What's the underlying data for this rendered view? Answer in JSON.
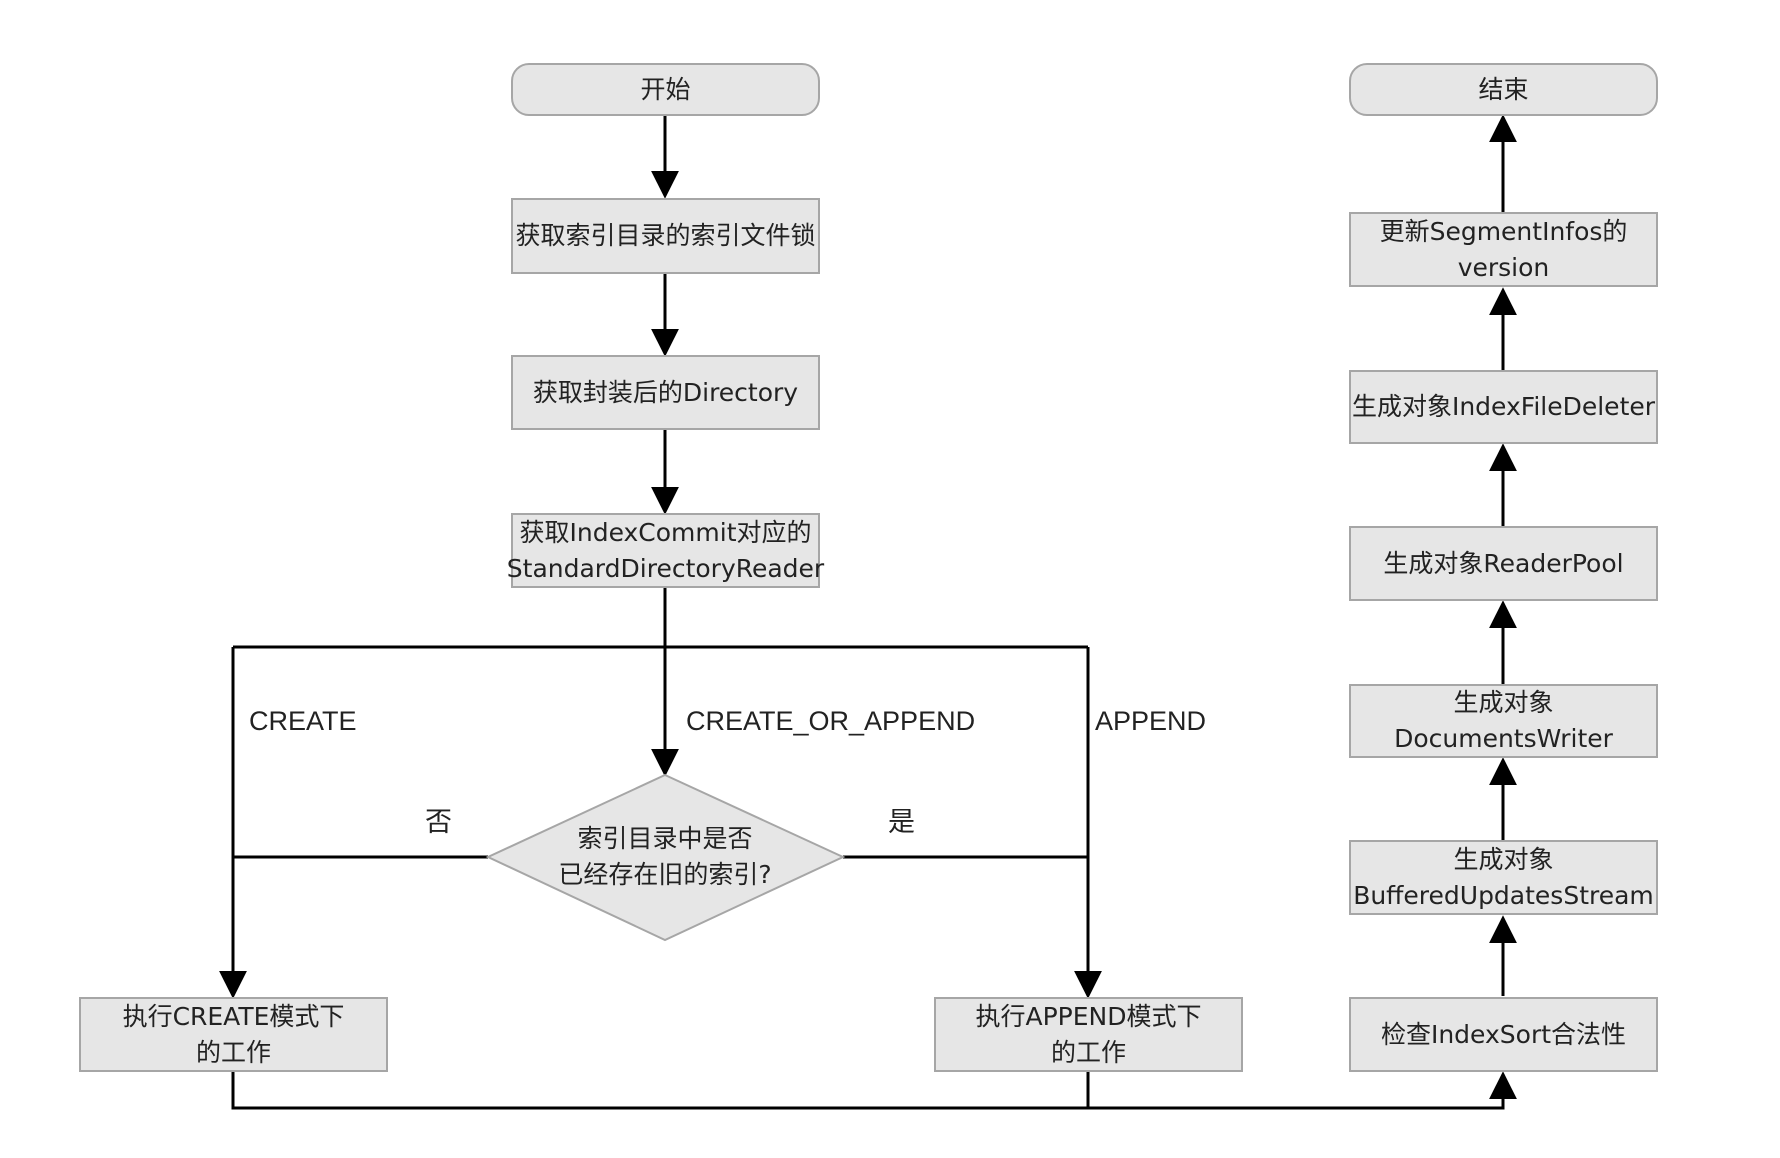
{
  "nodes": {
    "start": "开始",
    "lock": "获取索引目录的索引文件锁",
    "directory": "获取封装后的Directory",
    "reader": "获取IndexCommit对应的\nStandardDirectoryReader",
    "decision": "索引目录中是否\n已经存在旧的索引?",
    "create_work": "执行CREATE模式下\n的工作",
    "append_work": "执行APPEND模式下\n的工作",
    "check_sort": "检查IndexSort合法性",
    "buffered": "生成对象\nBufferedUpdatesStream",
    "docs_writer": "生成对象\nDocumentsWriter",
    "reader_pool": "生成对象ReaderPool",
    "deleter": "生成对象IndexFileDeleter",
    "update_version": "更新SegmentInfos的\nversion",
    "end": "结束"
  },
  "edge_labels": {
    "create": "CREATE",
    "create_or_append": "CREATE_OR_APPEND",
    "append": "APPEND",
    "no": "否",
    "yes": "是"
  }
}
